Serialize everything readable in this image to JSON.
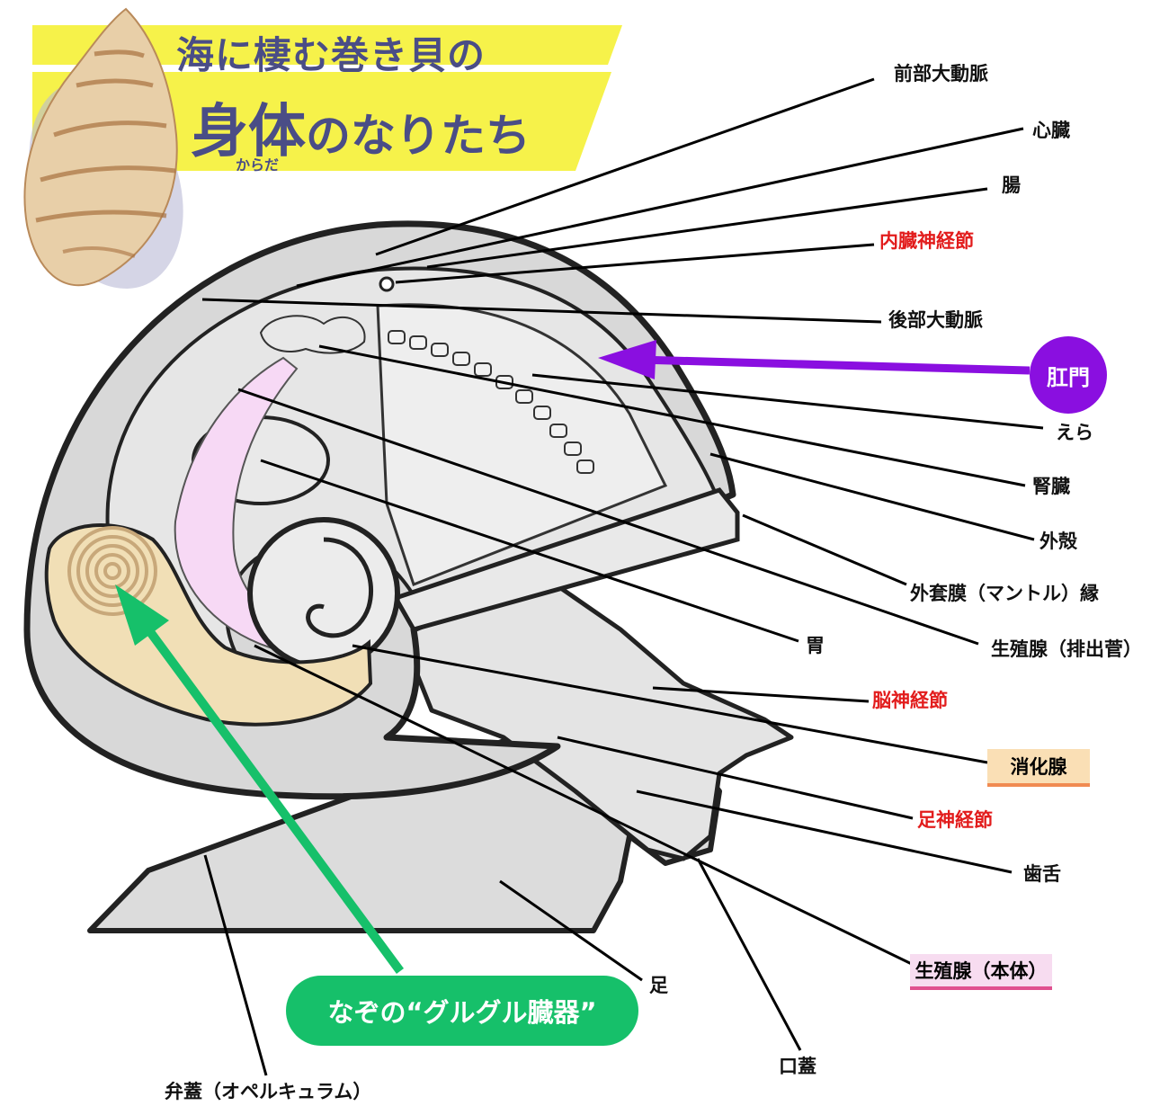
{
  "title": {
    "line1": "海に棲む巻き貝の",
    "line2_big": "身体",
    "line2_rest": "のなりたち",
    "ruby": "からだ"
  },
  "labels": {
    "anterior_aorta": "前部大動脈",
    "heart": "心臓",
    "intestine": "腸",
    "visceral_ganglion": "内臓神経節",
    "posterior_aorta": "後部大動脈",
    "anus": "肛門",
    "gill": "えら",
    "kidney": "腎臓",
    "shell": "外殻",
    "mantle_edge": "外套膜（マントル）縁",
    "stomach": "胃",
    "gonad_duct": "生殖腺（排出菅）",
    "cerebral_ganglion": "脳神経節",
    "digestive_gland": "消化腺",
    "pedal_ganglion": "足神経節",
    "radula": "歯舌",
    "gonad_body": "生殖腺（本体）",
    "foot": "足",
    "mystery_organ": "なぞの“グルグル臓器”",
    "proboscis_cover": "口蓋",
    "operculum": "弁蓋（オペルキュラム）"
  },
  "colors": {
    "title": "#4a4d86",
    "banner": "#f6f24a",
    "red_label": "#e21c1c",
    "anus_arrow": "#8a0fe0",
    "mystery_arrow": "#16c06a",
    "digestive_gland": "#f1dfb6",
    "gonad_pink": "#f7d9f5",
    "body_gray": "#dcdcdc"
  }
}
